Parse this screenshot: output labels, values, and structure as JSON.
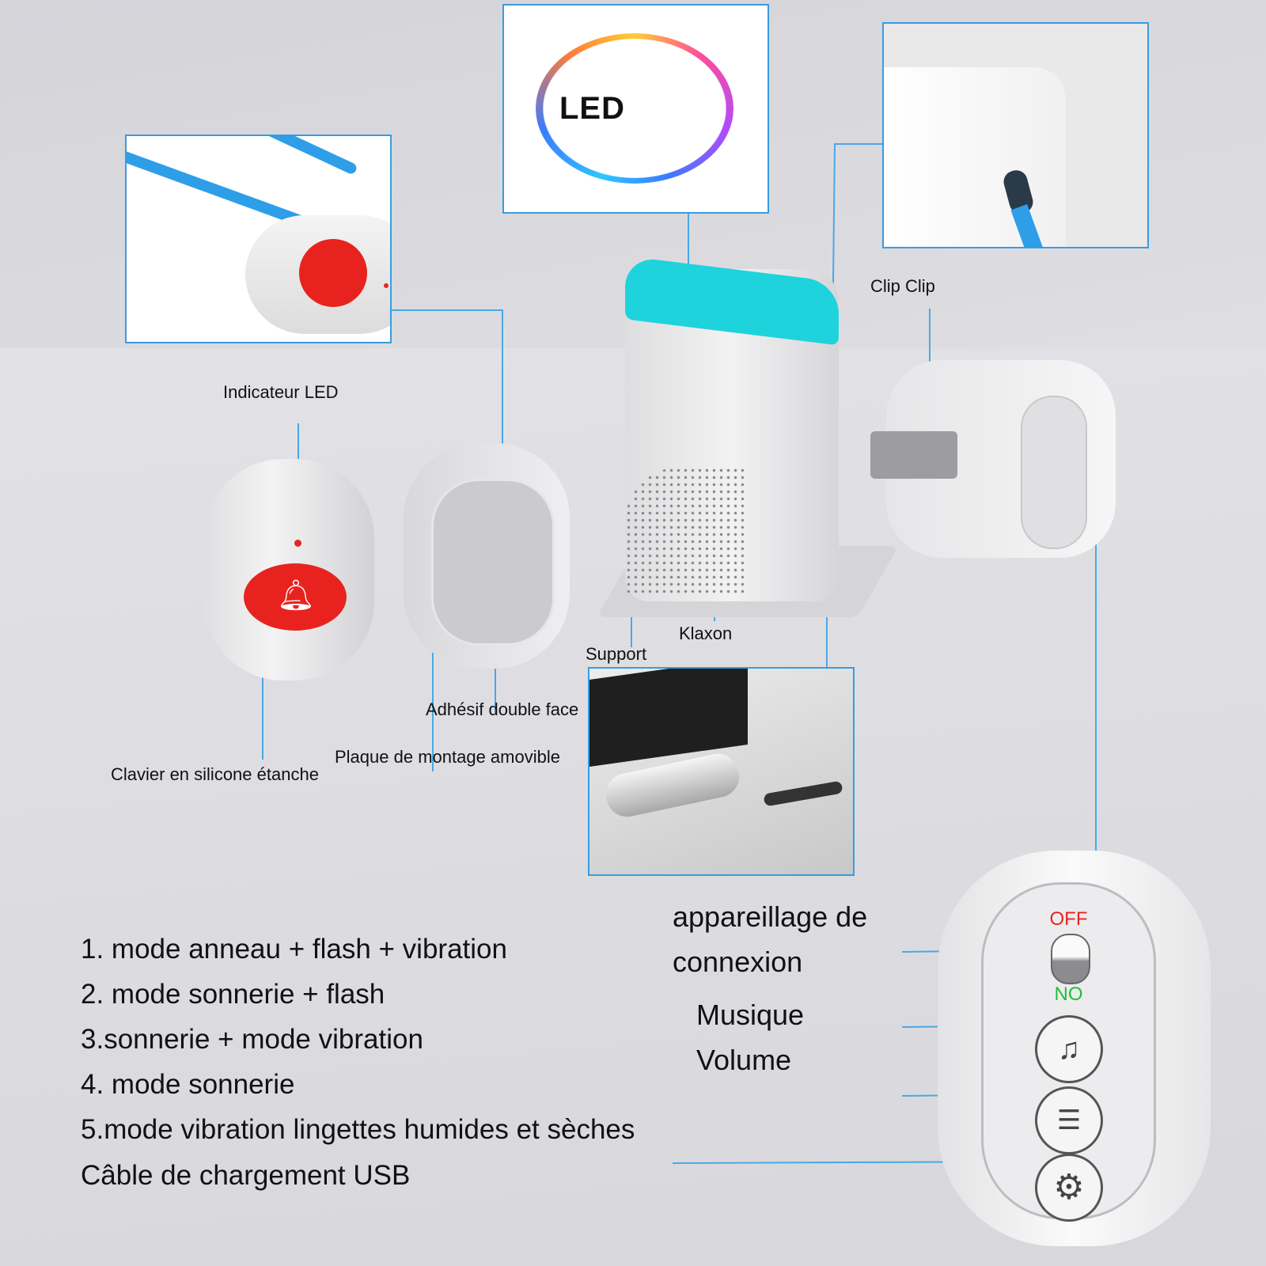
{
  "insets": {
    "led_box_text": "LED"
  },
  "labels": {
    "indicator_led": "Indicateur LED",
    "clip": "Clip Clip",
    "horn": "Klaxon",
    "support": "Support",
    "adhesive": "Adhésif double face",
    "mounting_plate": "Plaque de montage amovible",
    "keypad": "Clavier en silicone étanche"
  },
  "modes": [
    "1. mode anneau + flash + vibration",
    "2. mode sonnerie + flash",
    "3.sonnerie + mode vibration",
    "4. mode sonnerie",
    "5.mode vibration lingettes humides et sèches",
    "Câble de chargement USB"
  ],
  "remote_labels": {
    "pairing_line1": "appareillage de",
    "pairing_line2": "connexion",
    "music": "Musique",
    "volume": "Volume"
  },
  "remote_switch": {
    "off": "OFF",
    "on": "NO"
  },
  "colors": {
    "accent_blue": "#3a9be0",
    "button_red": "#e8231f",
    "led_cyan": "#1ed3dc",
    "off_red": "#e8231f",
    "on_green": "#1fbf3a"
  }
}
